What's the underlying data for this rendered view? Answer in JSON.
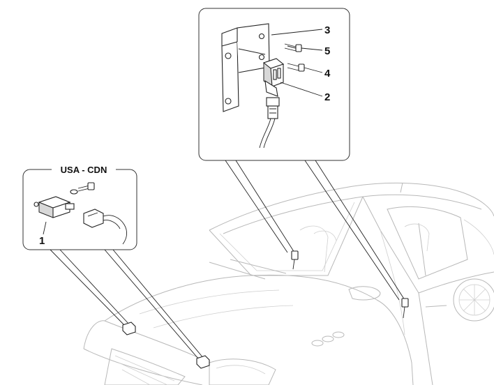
{
  "diagram": {
    "inset_region_label": "USA - CDN",
    "callouts": {
      "c1": "1",
      "c2": "2",
      "c3": "3",
      "c4": "4",
      "c5": "5"
    },
    "colors": {
      "line": "#222222",
      "car_outline": "#b8b8b8",
      "background": "#ffffff"
    }
  }
}
